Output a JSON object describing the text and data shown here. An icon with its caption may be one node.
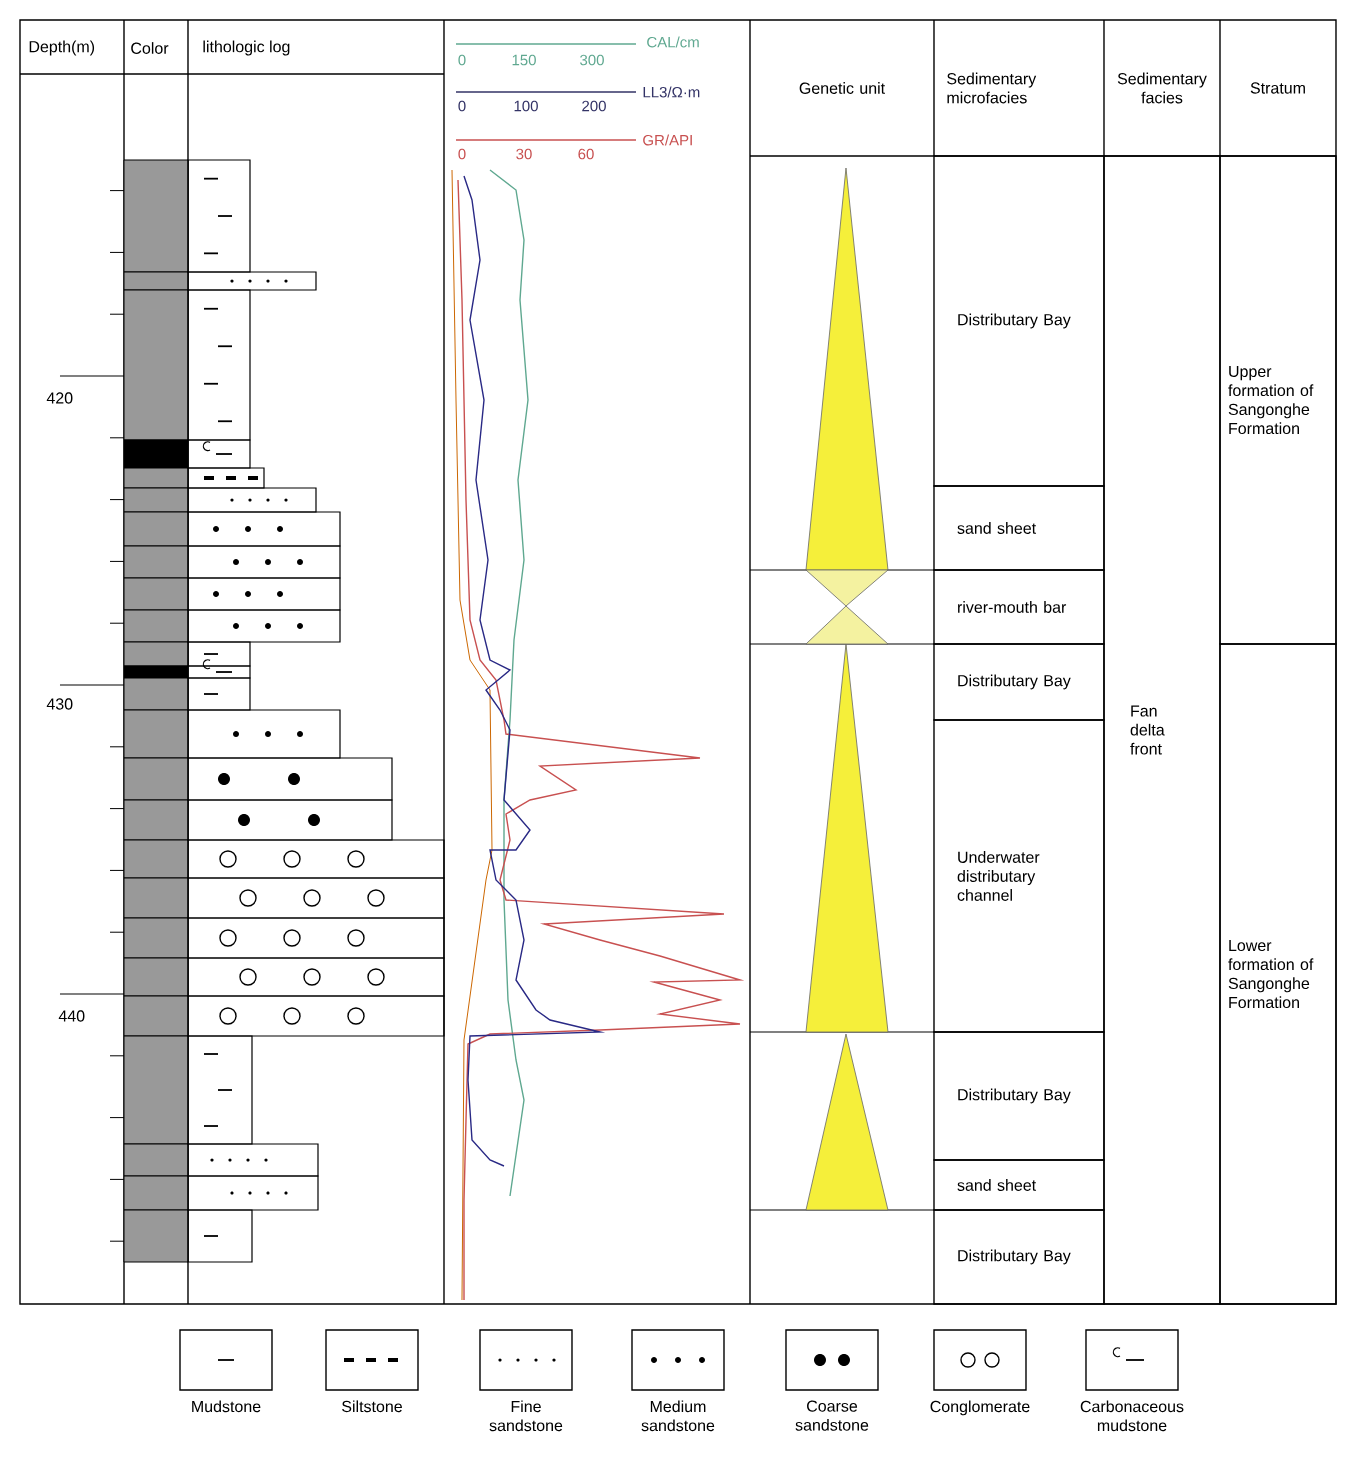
{
  "diagram": {
    "nodes": [
      {
        "text": [
          "Distributary Bay"
        ]
      },
      {
        "text": [
          "sand sheet"
        ]
      },
      {
        "text": [
          "river-mouth bar"
        ]
      },
      {
        "text": [
          "Distributary Bay"
        ]
      },
      {
        "text": [
          "Underwater distributary channel"
        ]
      },
      {
        "text": [
          "Distributary Bay"
        ]
      },
      {
        "text": [
          "sand sheet"
        ]
      },
      {
        "text": [
          "Distributary Bay"
        ]
      },
      {
        "text": [
          "Fan delta front"
        ]
      },
      {
        "text": [
          "Upper formation of Sangonghe Formation"
        ]
      },
      {
        "text": [
          "Lower formation of Sangonghe Formation"
        ]
      }
    ],
    "labels": [
      "Depth(m)",
      "Color",
      "lithologic log",
      "Genetic unit",
      "Sedimentary microfacies",
      "Sedimentary facies",
      "Stratum",
      "0",
      "150",
      "300",
      "CAL/cm",
      "0",
      "100",
      "200",
      "LL3/Ω·m",
      "0",
      "30",
      "60",
      "GR/API",
      "420",
      "430",
      "440"
    ],
    "legend": [
      {
        "text": "Mudstone"
      },
      {
        "text": "Siltstone"
      },
      {
        "text": "Fine sandstone"
      },
      {
        "text": "Medium sandstone"
      },
      {
        "text": "Coarse sandstone"
      },
      {
        "text": "Conglomerate"
      },
      {
        "text": "Carbonaceous mudstone"
      }
    ]
  }
}
